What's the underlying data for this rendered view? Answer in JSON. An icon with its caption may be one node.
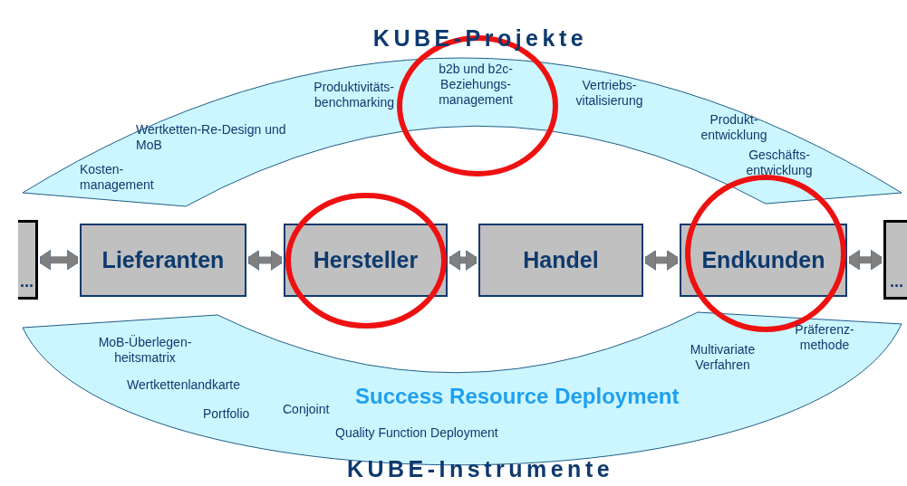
{
  "diagram": {
    "nodes": [
      {
        "text": [
          "KUBE-Projekte",
          "Produktivitäts- benchmarking",
          "b2b und b2c- Beziehungs- management",
          "Vertriebs- vitalisierung",
          "Produkt- entwicklung",
          "Geschäfts- entwicklung",
          "Wertketten-Re-Design und MoB",
          "Kosten- management"
        ]
      },
      {
        "text": [
          "..."
        ]
      },
      {
        "text": [
          "Lieferanten"
        ]
      },
      {
        "text": [
          "Hersteller"
        ]
      },
      {
        "text": [
          "Handel"
        ]
      },
      {
        "text": [
          "Endkunden"
        ]
      },
      {
        "text": [
          "..."
        ]
      },
      {
        "text": [
          "MoB-Überlegen- heitsmatrix",
          "Wertkettenlandkarte",
          "Portfolio",
          "Conjoint",
          "Success Resource Deployment",
          "Quality Function Deployment",
          "Multivariate Verfahren",
          "Präferenz- methode",
          "KUBE-Instrumente"
        ]
      }
    ],
    "edges": [
      {
        "from": 1,
        "to": 2,
        "arrow": "both"
      },
      {
        "from": 2,
        "to": 3,
        "arrow": "both"
      },
      {
        "from": 3,
        "to": 4,
        "arrow": "both"
      },
      {
        "from": 4,
        "to": 5,
        "arrow": "both"
      },
      {
        "from": 5,
        "to": 6,
        "arrow": "both"
      }
    ]
  }
}
